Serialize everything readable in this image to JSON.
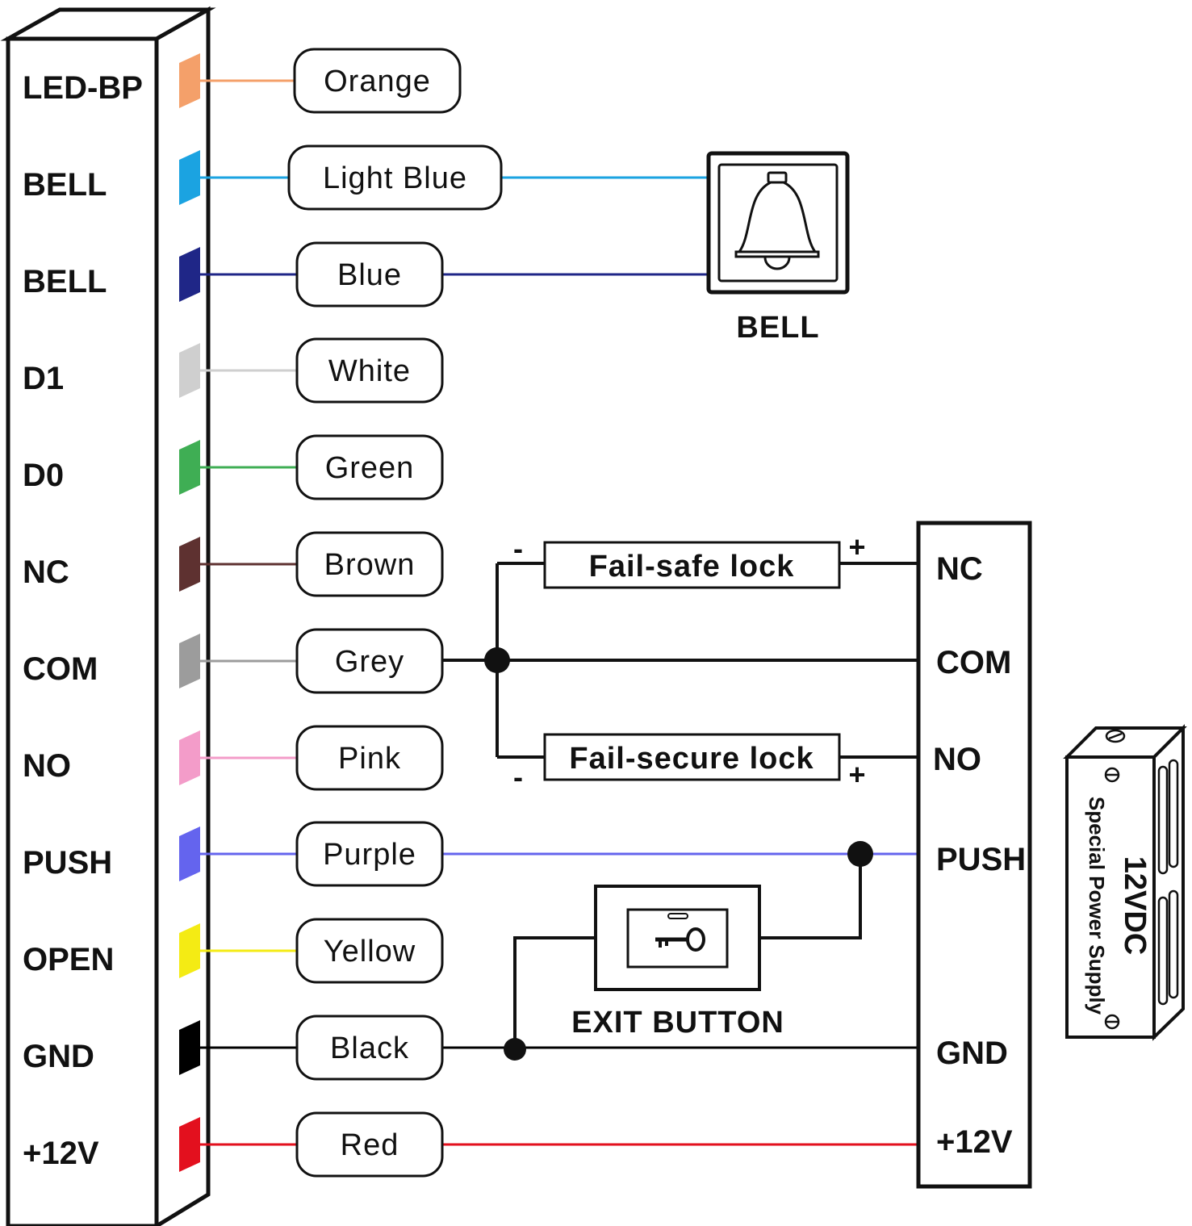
{
  "colors": {
    "orange": "#F4A06A",
    "light_blue": "#1BA3E1",
    "blue": "#1F2687",
    "white": "#CFCFCF",
    "green": "#3FAE54",
    "brown": "#5E3130",
    "grey": "#9C9C9C",
    "pink": "#F39CC9",
    "purple": "#6464EE",
    "yellow": "#F4EB14",
    "black": "#000000",
    "red": "#E3101E"
  },
  "wires": [
    {
      "pin": "LED-BP",
      "color_name": "Orange",
      "color": "#F4A06A"
    },
    {
      "pin": "BELL",
      "color_name": "Light Blue",
      "color": "#1BA3E1"
    },
    {
      "pin": "BELL",
      "color_name": "Blue",
      "color": "#1F2687"
    },
    {
      "pin": "D1",
      "color_name": "White",
      "color": "#CFCFCF"
    },
    {
      "pin": "D0",
      "color_name": "Green",
      "color": "#3FAE54"
    },
    {
      "pin": "NC",
      "color_name": "Brown",
      "color": "#5E3130"
    },
    {
      "pin": "COM",
      "color_name": "Grey",
      "color": "#9C9C9C"
    },
    {
      "pin": "NO",
      "color_name": "Pink",
      "color": "#F39CC9"
    },
    {
      "pin": "PUSH",
      "color_name": "Purple",
      "color": "#6464EE"
    },
    {
      "pin": "OPEN",
      "color_name": "Yellow",
      "color": "#F4EB14"
    },
    {
      "pin": "GND",
      "color_name": "Black",
      "color": "#000000"
    },
    {
      "pin": "+12V",
      "color_name": "Red",
      "color": "#E3101E"
    }
  ],
  "bell": {
    "label": "BELL",
    "icon": "bell-icon"
  },
  "locks": {
    "fail_safe": "Fail-safe lock",
    "fail_secure": "Fail-secure lock",
    "minus": "-",
    "plus": "+"
  },
  "exit_button": {
    "label": "EXIT BUTTON",
    "icon": "key-icon"
  },
  "relay_terminals": [
    "NC",
    "COM",
    "NO",
    "PUSH",
    "GND",
    "+12V"
  ],
  "power_supply": {
    "voltage": "12VDC",
    "description": "Special Power Supply"
  }
}
